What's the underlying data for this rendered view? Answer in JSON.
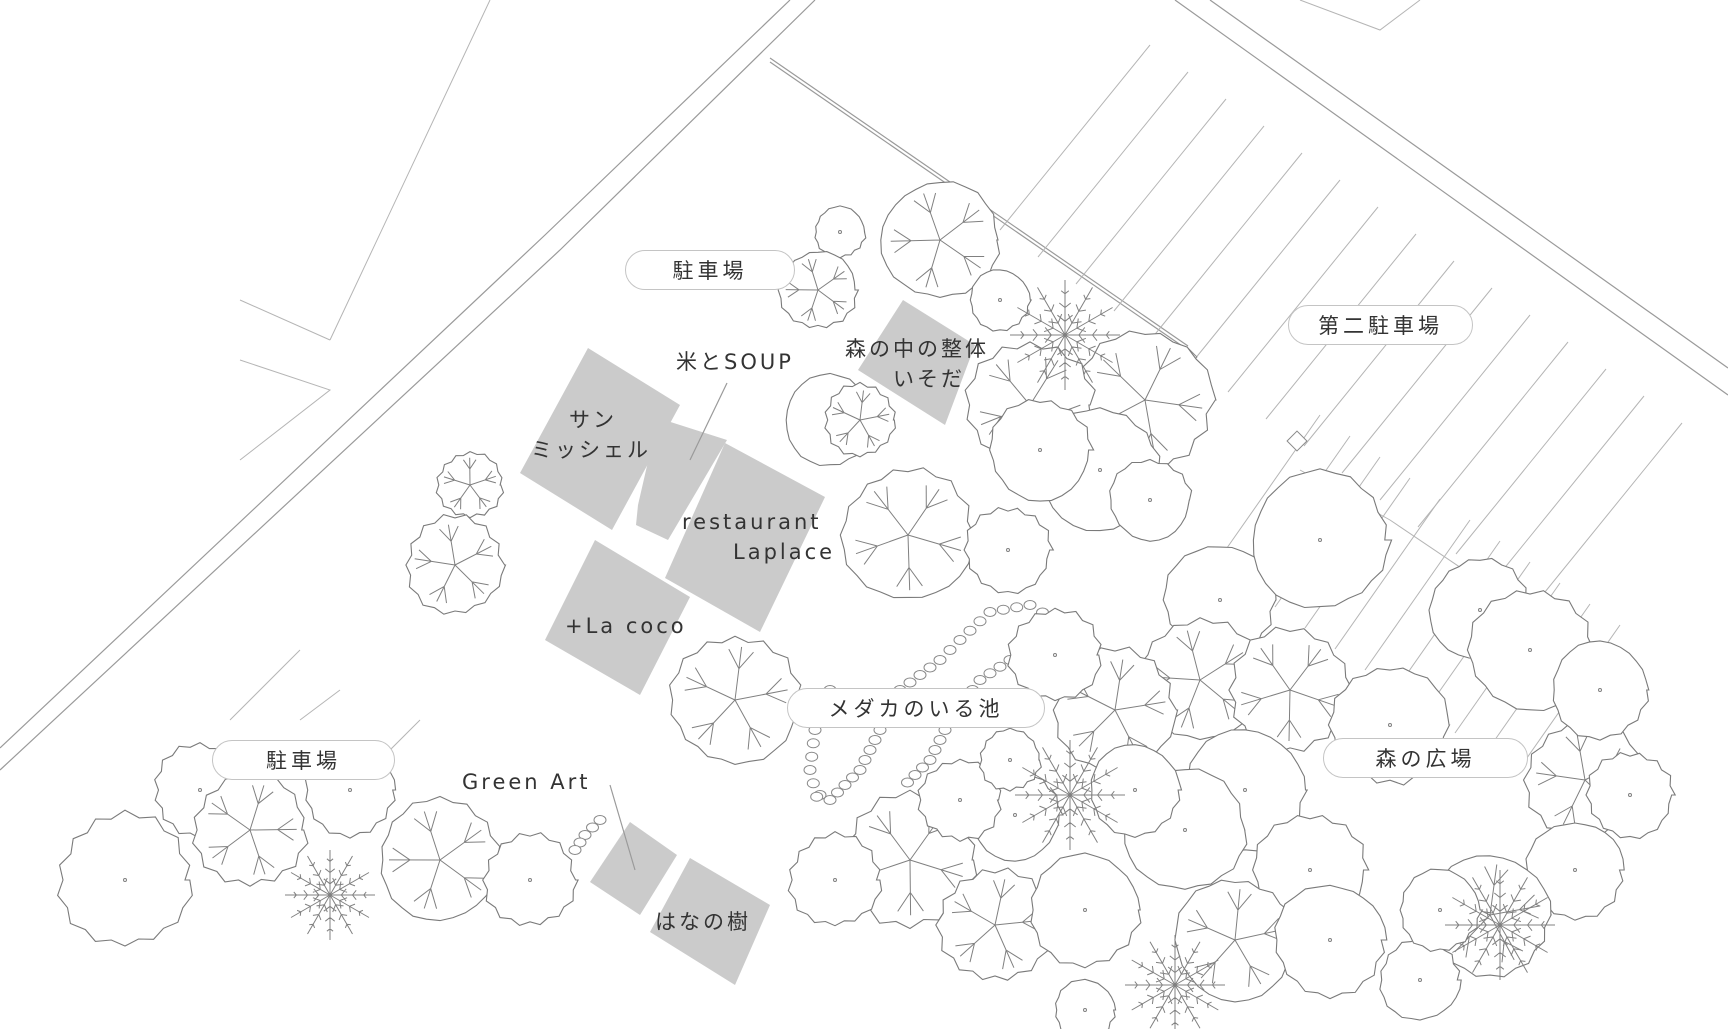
{
  "labels": {
    "parking_top": "駐車場",
    "parking_second": "第二駐車場",
    "parking_bottom": "駐車場",
    "pond": "メダカのいる池",
    "forest_plaza": "森の広場",
    "kome_soup": "米とSOUP",
    "mori_seitai_line1": "森の中の整体",
    "mori_seitai_line2": "いそだ",
    "san_michel_line1": "サン",
    "san_michel_line2": "ミッシェル",
    "restaurant_line1": "restaurant",
    "restaurant_line2": "Laplace",
    "la_coco": "+La coco",
    "green_art": "Green Art",
    "hana_no_ki": "はなの樹"
  },
  "colors": {
    "building": "#cbcbcb",
    "outline": "#7a7a7a",
    "road": "#9a9a9a",
    "text": "#333333"
  },
  "icons": [
    "tree-canopy-icon",
    "conifer-icon",
    "stepping-stone-icon",
    "lamp-post-icon"
  ]
}
